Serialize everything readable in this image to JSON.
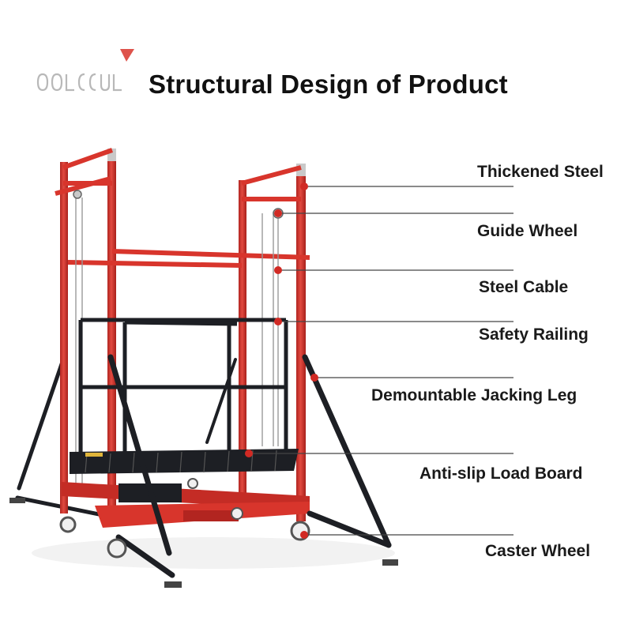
{
  "title": "Structural Design of Product",
  "colors": {
    "frame_red": "#d8352c",
    "frame_dark_red": "#b22520",
    "steel_black": "#1d1f24",
    "leader_line": "#444444",
    "callout_dot": "#d12a24",
    "cable": "#9a9a9a"
  },
  "logo": {
    "kind": "brand-logo",
    "accent": "#d8352c"
  },
  "callouts": [
    {
      "id": "thickened-steel",
      "label": "Thickened Steel"
    },
    {
      "id": "guide-wheel",
      "label": "Guide Wheel"
    },
    {
      "id": "steel-cable",
      "label": "Steel Cable"
    },
    {
      "id": "safety-railing",
      "label": "Safety Railing"
    },
    {
      "id": "demountable-jacking-leg",
      "label": "Demountable Jacking Leg"
    },
    {
      "id": "anti-slip-load-board",
      "label": "Anti-slip Load Board"
    },
    {
      "id": "caster-wheel",
      "label": "Caster Wheel"
    }
  ]
}
